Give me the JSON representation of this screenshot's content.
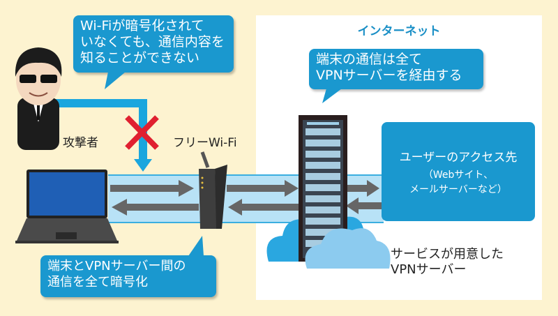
{
  "diagram": {
    "internet_title": "インターネット",
    "bubbles": {
      "attacker_note": "Wi-Fiが暗号化されていなくても、通信内容を知ることができない",
      "attacker_lines": [
        "Wi-Fiが暗号化されて",
        "いなくても、通信内容を",
        "知ることができない"
      ],
      "vpn_note_lines": [
        "端末の通信は全て",
        "VPNサーバーを経由する"
      ],
      "encryption_note_lines": [
        "端末とVPNサーバー間の",
        "通信を全て暗号化"
      ]
    },
    "labels": {
      "attacker": "攻撃者",
      "free_wifi": "フリーWi-Fi",
      "vpn_server_lines": [
        "サービスが用意した",
        "VPNサーバー"
      ]
    },
    "destination": {
      "title": "ユーザーのアクセス先",
      "sub1": "（Webサイト、",
      "sub2": "メールサーバーなど）"
    },
    "colors": {
      "background": "#fdf3d0",
      "accent_blue": "#1a98cf",
      "tunnel": "#b8e2f6",
      "arrow": "#666666",
      "block_x": "#e02030"
    },
    "icons": [
      "attacker-icon",
      "laptop-icon",
      "router-icon",
      "server-rack-icon",
      "cloud-icon",
      "cross-icon"
    ]
  }
}
